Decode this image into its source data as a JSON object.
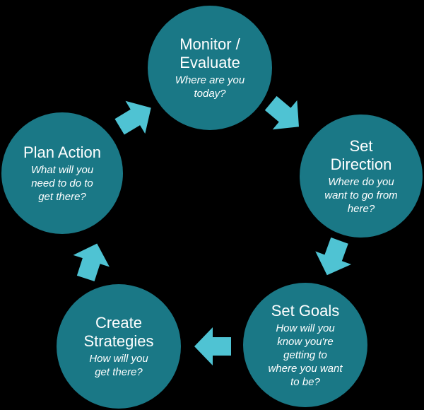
{
  "colors": {
    "background": "#000000",
    "circle": "#1a7886",
    "arrow": "#4fc3d3",
    "text": "#ffffff"
  },
  "nodes": [
    {
      "id": "monitor",
      "title_lines": [
        "Monitor /",
        "Evaluate"
      ],
      "subtitle_lines": [
        "Where are you",
        "today?"
      ]
    },
    {
      "id": "direction",
      "title_lines": [
        "Set",
        "Direction"
      ],
      "subtitle_lines": [
        "Where do you",
        "want to go from",
        "here?"
      ]
    },
    {
      "id": "goals",
      "title_lines": [
        "Set Goals"
      ],
      "subtitle_lines": [
        "How will you",
        "know you're",
        "getting to",
        "where you want",
        "to be?"
      ]
    },
    {
      "id": "strategies",
      "title_lines": [
        "Create",
        "Strategies"
      ],
      "subtitle_lines": [
        "How will you",
        "get there?"
      ]
    },
    {
      "id": "plan",
      "title_lines": [
        "Plan Action"
      ],
      "subtitle_lines": [
        "What will you",
        "need to do to",
        "get there?"
      ]
    }
  ]
}
